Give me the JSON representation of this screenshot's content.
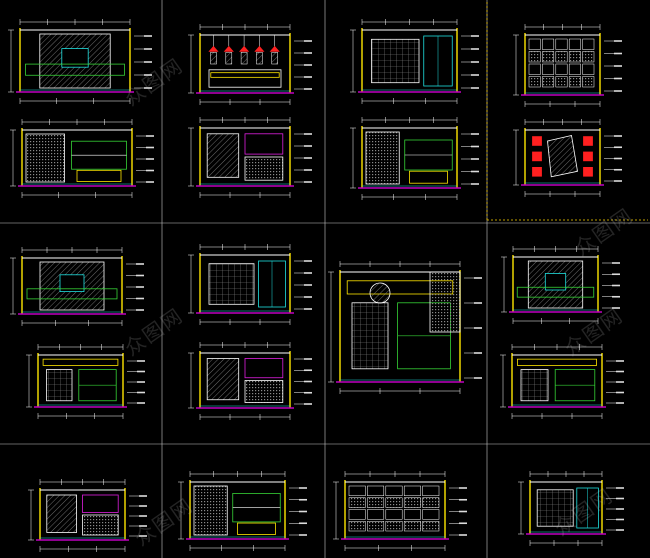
{
  "sheet": {
    "type": "CAD interior elevation drawing sheet",
    "grid_columns": 4,
    "grid_rows": 3,
    "background_color": "#000000",
    "colors": {
      "panel_border": "#c8c8c8",
      "section_divider_yellow": "#ffd400",
      "linework_white": "#ffffff",
      "linework_yellow": "#ffe600",
      "linework_green": "#36d236",
      "linework_cyan": "#20e0e0",
      "linework_magenta": "#e020e0",
      "accent_red": "#ff2020",
      "hatch_gray": "#777777",
      "baseline_magenta": "#c000c0"
    }
  },
  "watermark": {
    "text_glyphs": "众图网",
    "icon": "watermark-logo-icon"
  },
  "panels": [
    {
      "id": "r1c1",
      "drawings": [
        "elevation-a",
        "elevation-b"
      ]
    },
    {
      "id": "r1c2",
      "drawings": [
        "elevation-a",
        "elevation-b"
      ]
    },
    {
      "id": "r1c3",
      "drawings": [
        "elevation-a",
        "elevation-b"
      ]
    },
    {
      "id": "r1c4",
      "drawings": [
        "elevation-a",
        "elevation-b"
      ]
    },
    {
      "id": "r2c1",
      "drawings": [
        "elevation-a",
        "elevation-b"
      ]
    },
    {
      "id": "r2c2",
      "drawings": [
        "elevation-a",
        "elevation-b"
      ]
    },
    {
      "id": "r2c3",
      "drawings": [
        "elevation-tall"
      ]
    },
    {
      "id": "r2c4",
      "drawings": [
        "elevation-a",
        "elevation-b"
      ]
    },
    {
      "id": "r3c1",
      "drawings": [
        "elevation-a"
      ]
    },
    {
      "id": "r3c2",
      "drawings": [
        "elevation-a"
      ]
    },
    {
      "id": "r3c3",
      "drawings": [
        "elevation-a"
      ]
    },
    {
      "id": "r3c4",
      "drawings": [
        "elevation-a"
      ]
    }
  ]
}
